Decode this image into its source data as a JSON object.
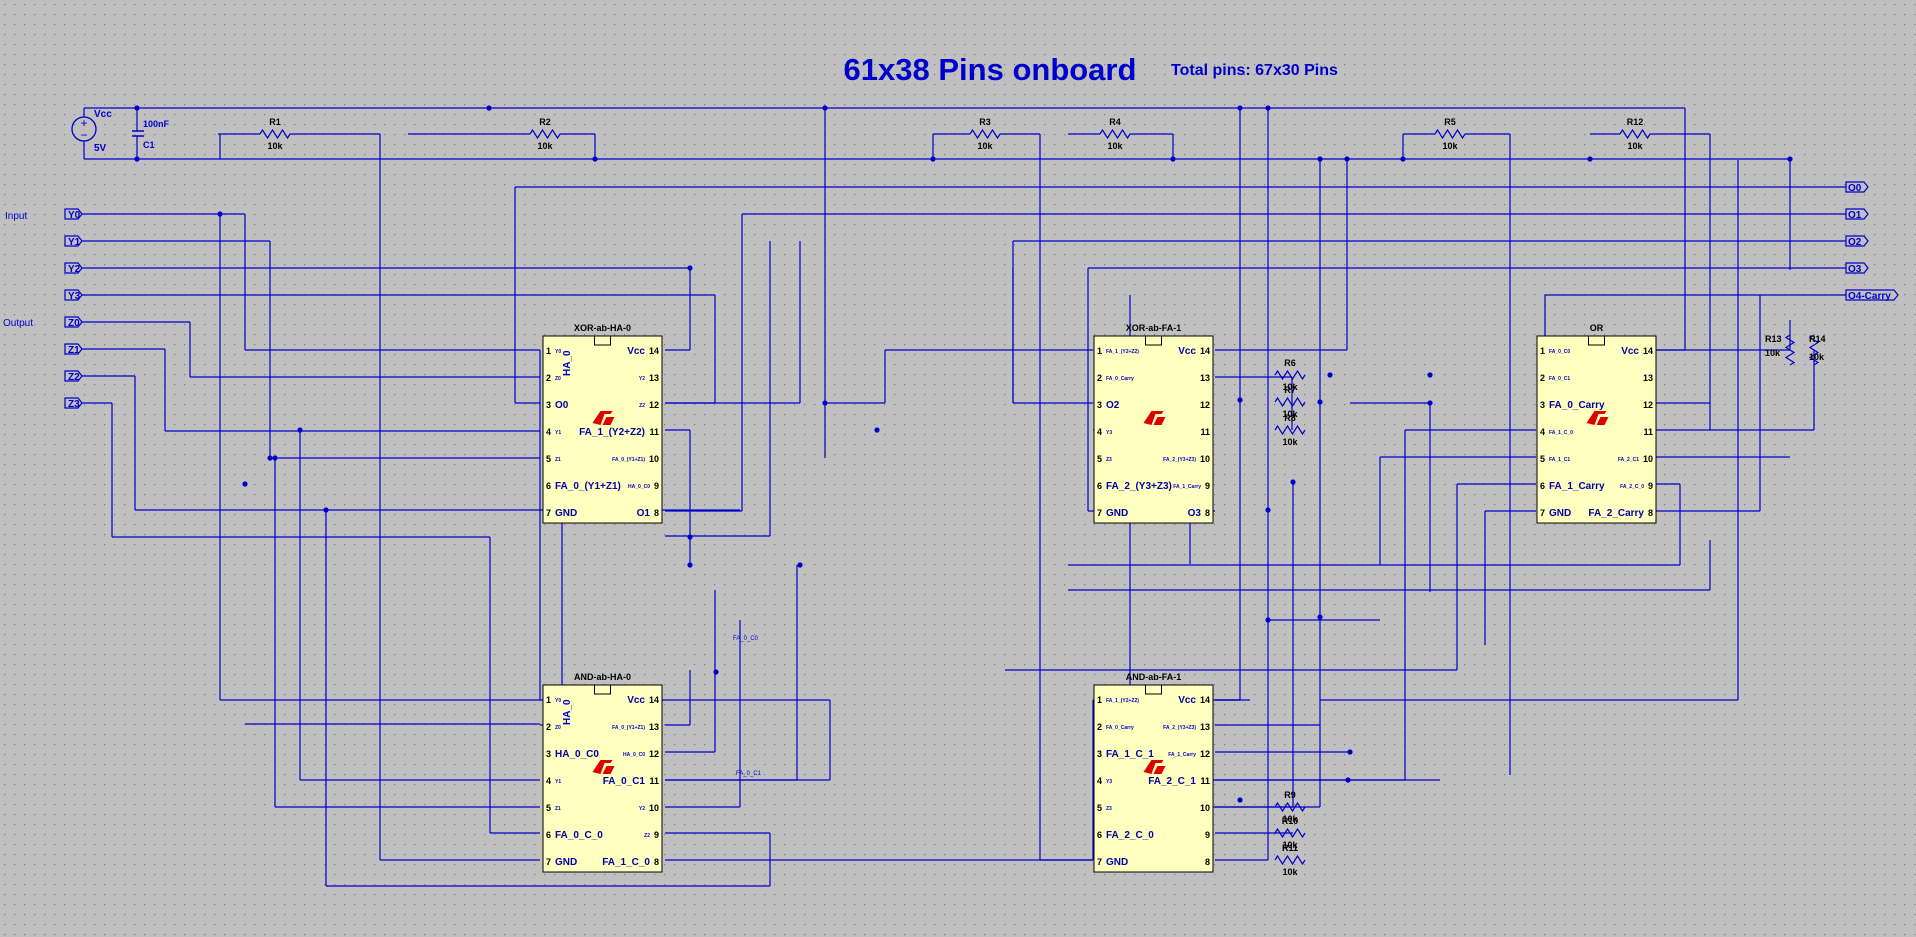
{
  "header": {
    "title": "61x38 Pins onboard",
    "total": "Total pins: 67x30 Pins"
  },
  "colors": {
    "background": "#c0c0c0",
    "grid_dot": "#7a7a7a",
    "wire": "#0000cc",
    "label": "#0000cc",
    "chip_fill": "#ffffc0",
    "chip_border": "#000000",
    "logo": "#dd0000"
  },
  "source": {
    "name": "Vcc",
    "value": "5V",
    "cap_value": "100nF",
    "cap_name": "C1"
  },
  "section_labels": {
    "input": "Input",
    "output": "Output"
  },
  "ports_left": [
    "Y0",
    "Y1",
    "Y2",
    "Y3",
    "Z0",
    "Z1",
    "Z2",
    "Z3"
  ],
  "ports_right": [
    "O0",
    "O1",
    "O2",
    "O3",
    "O4-Carry"
  ],
  "resistors_top": [
    {
      "name": "R1",
      "value": "10k"
    },
    {
      "name": "R2",
      "value": "10k"
    },
    {
      "name": "R3",
      "value": "10k"
    },
    {
      "name": "R4",
      "value": "10k"
    },
    {
      "name": "R5",
      "value": "10k"
    },
    {
      "name": "R12",
      "value": "10k"
    }
  ],
  "resistors_side": [
    {
      "name": "R13",
      "value": "10k"
    },
    {
      "name": "R14",
      "value": "10k"
    }
  ],
  "resistors_mid": [
    {
      "name": "R6",
      "value": "10k"
    },
    {
      "name": "R7",
      "value": "10k"
    },
    {
      "name": "R8",
      "value": "10k"
    }
  ],
  "resistors_bottom": [
    {
      "name": "R9",
      "value": "10k"
    },
    {
      "name": "R10",
      "value": "10k"
    },
    {
      "name": "R11",
      "value": "10k"
    }
  ],
  "chips": [
    {
      "title": "XOR-ab-HA-0",
      "ref": "HA_0",
      "left": [
        {
          "num": "1",
          "label": "Y0",
          "small": true
        },
        {
          "num": "2",
          "label": "Z0",
          "small": true
        },
        {
          "num": "3",
          "label": "O0",
          "small": false
        },
        {
          "num": "4",
          "label": "Y1",
          "small": true
        },
        {
          "num": "5",
          "label": "Z1",
          "small": true
        },
        {
          "num": "6",
          "label": "FA_0_(Y1+Z1)",
          "small": false
        },
        {
          "num": "7",
          "label": "GND",
          "small": false
        }
      ],
      "right": [
        {
          "num": "14",
          "label": "Vcc",
          "small": false
        },
        {
          "num": "13",
          "label": "Y2",
          "small": true
        },
        {
          "num": "12",
          "label": "Z2",
          "small": true
        },
        {
          "num": "11",
          "label": "FA_1_(Y2+Z2)",
          "small": false
        },
        {
          "num": "10",
          "label": "FA_0_(Y1+Z1)",
          "small": true
        },
        {
          "num": "9",
          "label": "HA_0_C0",
          "small": true
        },
        {
          "num": "8",
          "label": "O1",
          "small": false
        }
      ]
    },
    {
      "title": "XOR-ab-FA-1",
      "ref": "",
      "left": [
        {
          "num": "1",
          "label": "FA_1_(Y2+Z2)",
          "small": true
        },
        {
          "num": "2",
          "label": "FA_0_Carry",
          "small": true
        },
        {
          "num": "3",
          "label": "O2",
          "small": false
        },
        {
          "num": "4",
          "label": "Y3",
          "small": true
        },
        {
          "num": "5",
          "label": "Z3",
          "small": true
        },
        {
          "num": "6",
          "label": "FA_2_(Y3+Z3)",
          "small": false
        },
        {
          "num": "7",
          "label": "GND",
          "small": false
        }
      ],
      "right": [
        {
          "num": "14",
          "label": "Vcc",
          "small": false
        },
        {
          "num": "13",
          "label": "",
          "small": false
        },
        {
          "num": "12",
          "label": "",
          "small": false
        },
        {
          "num": "11",
          "label": "",
          "small": false
        },
        {
          "num": "10",
          "label": "FA_2_(Y3+Z3)",
          "small": true
        },
        {
          "num": "9",
          "label": "FA_1_Carry",
          "small": true
        },
        {
          "num": "8",
          "label": "O3",
          "small": false
        }
      ]
    },
    {
      "title": "OR",
      "ref": "",
      "left": [
        {
          "num": "1",
          "label": "FA_0_C0",
          "small": true
        },
        {
          "num": "2",
          "label": "FA_0_C1",
          "small": true
        },
        {
          "num": "3",
          "label": "FA_0_Carry",
          "small": false
        },
        {
          "num": "4",
          "label": "FA_1_C_0",
          "small": true
        },
        {
          "num": "5",
          "label": "FA_1_C1",
          "small": true
        },
        {
          "num": "6",
          "label": "FA_1_Carry",
          "small": false
        },
        {
          "num": "7",
          "label": "GND",
          "small": false
        }
      ],
      "right": [
        {
          "num": "14",
          "label": "Vcc",
          "small": false
        },
        {
          "num": "13",
          "label": "",
          "small": false
        },
        {
          "num": "12",
          "label": "",
          "small": false
        },
        {
          "num": "11",
          "label": "",
          "small": false
        },
        {
          "num": "10",
          "label": "FA_2_C1",
          "small": true
        },
        {
          "num": "9",
          "label": "FA_2_C_0",
          "small": true
        },
        {
          "num": "8",
          "label": "FA_2_Carry",
          "small": false
        }
      ]
    },
    {
      "title": "AND-ab-HA-0",
      "ref": "HA_0",
      "left": [
        {
          "num": "1",
          "label": "Y0",
          "small": true
        },
        {
          "num": "2",
          "label": "Z0",
          "small": true
        },
        {
          "num": "3",
          "label": "HA_0_C0",
          "small": false
        },
        {
          "num": "4",
          "label": "Y1",
          "small": true
        },
        {
          "num": "5",
          "label": "Z1",
          "small": true
        },
        {
          "num": "6",
          "label": "FA_0_C_0",
          "small": false
        },
        {
          "num": "7",
          "label": "GND",
          "small": false
        }
      ],
      "right": [
        {
          "num": "14",
          "label": "Vcc",
          "small": false
        },
        {
          "num": "13",
          "label": "FA_0_(Y1+Z1)",
          "small": true
        },
        {
          "num": "12",
          "label": "HA_0_C0",
          "small": true
        },
        {
          "num": "11",
          "label": "FA_0_C1",
          "small": false
        },
        {
          "num": "10",
          "label": "Y2",
          "small": true
        },
        {
          "num": "9",
          "label": "Z2",
          "small": true
        },
        {
          "num": "8",
          "label": "FA_1_C_0",
          "small": false
        }
      ]
    },
    {
      "title": "AND-ab-FA-1",
      "ref": "",
      "left": [
        {
          "num": "1",
          "label": "FA_1_(Y2+Z2)",
          "small": true
        },
        {
          "num": "2",
          "label": "FA_0_Carry",
          "small": true
        },
        {
          "num": "3",
          "label": "FA_1_C_1",
          "small": false
        },
        {
          "num": "4",
          "label": "Y3",
          "small": true
        },
        {
          "num": "5",
          "label": "Z3",
          "small": true
        },
        {
          "num": "6",
          "label": "FA_2_C_0",
          "small": false
        },
        {
          "num": "7",
          "label": "GND",
          "small": false
        }
      ],
      "right": [
        {
          "num": "14",
          "label": "Vcc",
          "small": false
        },
        {
          "num": "13",
          "label": "FA_2_(Y3+Z3)",
          "small": true
        },
        {
          "num": "12",
          "label": "FA_1_Carry",
          "small": true
        },
        {
          "num": "11",
          "label": "FA_2_C_1",
          "small": false
        },
        {
          "num": "10",
          "label": "",
          "small": false
        },
        {
          "num": "9",
          "label": "",
          "small": false
        },
        {
          "num": "8",
          "label": "",
          "small": false
        }
      ]
    }
  ],
  "net_labels": [
    "FA_0_C0",
    "FA_0_C1"
  ]
}
